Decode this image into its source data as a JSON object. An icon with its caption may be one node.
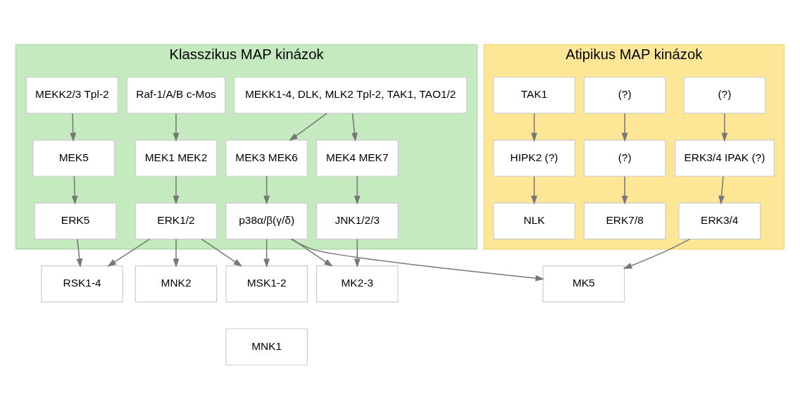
{
  "diagram": {
    "nodes": [
      {
        "text": [
          "Klasszikus MAP kinázok"
        ]
      },
      {
        "text": [
          "MEKK2/3 Tpl-2"
        ],
        "in": 0
      },
      {
        "text": [
          "Raf-1/A/B c-Mos"
        ],
        "in": 0
      },
      {
        "text": [
          "MEKK1-4, DLK, MLK2 Tpl-2, TAK1, TAO1/2"
        ],
        "in": 0
      },
      {
        "text": [
          "MEK5"
        ],
        "in": 0
      },
      {
        "text": [
          "MEK1 MEK2"
        ],
        "in": 0
      },
      {
        "text": [
          "MEK3 MEK6"
        ],
        "in": 0
      },
      {
        "text": [
          "MEK4 MEK7"
        ],
        "in": 0
      },
      {
        "text": [
          "ERK5"
        ],
        "in": 0
      },
      {
        "text": [
          "ERK1/2"
        ],
        "in": 0
      },
      {
        "text": [
          "p38α/β(γ/δ)"
        ],
        "in": 0
      },
      {
        "text": [
          "JNK1/2/3"
        ],
        "in": 0
      },
      {
        "text": [
          "Atipikus MAP kinázok"
        ]
      },
      {
        "text": [
          "(?)"
        ],
        "in": 12
      },
      {
        "text": [
          "(?)"
        ],
        "in": 12
      },
      {
        "text": [
          "TAK1"
        ],
        "in": 12
      },
      {
        "text": [
          "ERK3/4 IPAK (?)"
        ],
        "in": 12
      },
      {
        "text": [
          "(?)"
        ],
        "in": 12
      },
      {
        "text": [
          "HIPK2 (?)"
        ],
        "in": 12
      },
      {
        "text": [
          "ERK3/4"
        ],
        "in": 12
      },
      {
        "text": [
          "ERK7/8"
        ],
        "in": 12
      },
      {
        "text": [
          "NLK"
        ],
        "in": 12
      },
      {
        "text": [
          "RSK1-4"
        ]
      },
      {
        "text": [
          "MNK2"
        ]
      },
      {
        "text": [
          "MSK1-2"
        ]
      },
      {
        "text": [
          "MK2-3"
        ]
      },
      {
        "text": [
          "MK5"
        ]
      },
      {
        "text": [
          "MNK1"
        ]
      }
    ],
    "edges": [
      {
        "from": 1,
        "to": 4,
        "arrow": "to"
      },
      {
        "from": 2,
        "to": 5,
        "arrow": "to"
      },
      {
        "from": 3,
        "to": 6,
        "arrow": "to"
      },
      {
        "from": 3,
        "to": 7,
        "arrow": "to"
      },
      {
        "from": 4,
        "to": 8,
        "arrow": "to"
      },
      {
        "from": 5,
        "to": 9,
        "arrow": "to"
      },
      {
        "from": 6,
        "to": 10,
        "arrow": "to"
      },
      {
        "from": 7,
        "to": 11,
        "arrow": "to"
      },
      {
        "from": 13,
        "to": 16,
        "arrow": "to"
      },
      {
        "from": 14,
        "to": 17,
        "arrow": "to"
      },
      {
        "from": 15,
        "to": 18,
        "arrow": "to"
      },
      {
        "from": 16,
        "to": 19,
        "arrow": "to"
      },
      {
        "from": 17,
        "to": 20,
        "arrow": "to"
      },
      {
        "from": 18,
        "to": 21,
        "arrow": "to"
      },
      {
        "from": 8,
        "to": 22,
        "arrow": "to"
      },
      {
        "from": 9,
        "to": 22,
        "arrow": "to"
      },
      {
        "from": 9,
        "to": 23,
        "arrow": "to"
      },
      {
        "from": 9,
        "to": 24,
        "arrow": "to"
      },
      {
        "from": 10,
        "to": 24,
        "arrow": "to"
      },
      {
        "from": 10,
        "to": 25,
        "arrow": "to"
      },
      {
        "from": 10,
        "to": 26,
        "arrow": "to"
      },
      {
        "from": 11,
        "to": 25,
        "arrow": "to"
      },
      {
        "from": 19,
        "to": 26,
        "arrow": "to"
      }
    ]
  }
}
